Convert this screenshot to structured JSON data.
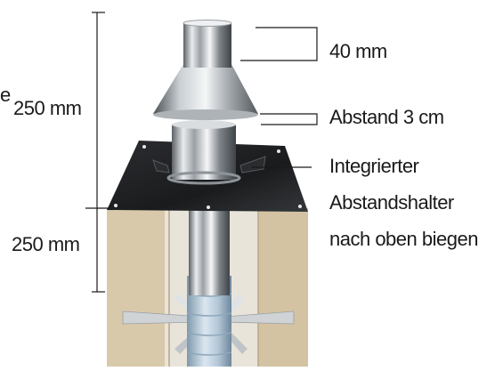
{
  "dimensions": {
    "top_height": "250 mm",
    "bottom_height": "250 mm",
    "cut_off_prefix": "e"
  },
  "callouts": {
    "collar_height": "40 mm",
    "gap": "Abstand 3 cm",
    "spacer_line1": "Integrierter",
    "spacer_line2": "Abstandshalter",
    "spacer_line3": "nach oben biegen"
  },
  "colors": {
    "text": "#1a1a1a",
    "insulation": "#d6c6a5",
    "plate": "#1e1f21",
    "steel": "#cfd3d6",
    "inner_pipe": "#b9cfe0"
  }
}
